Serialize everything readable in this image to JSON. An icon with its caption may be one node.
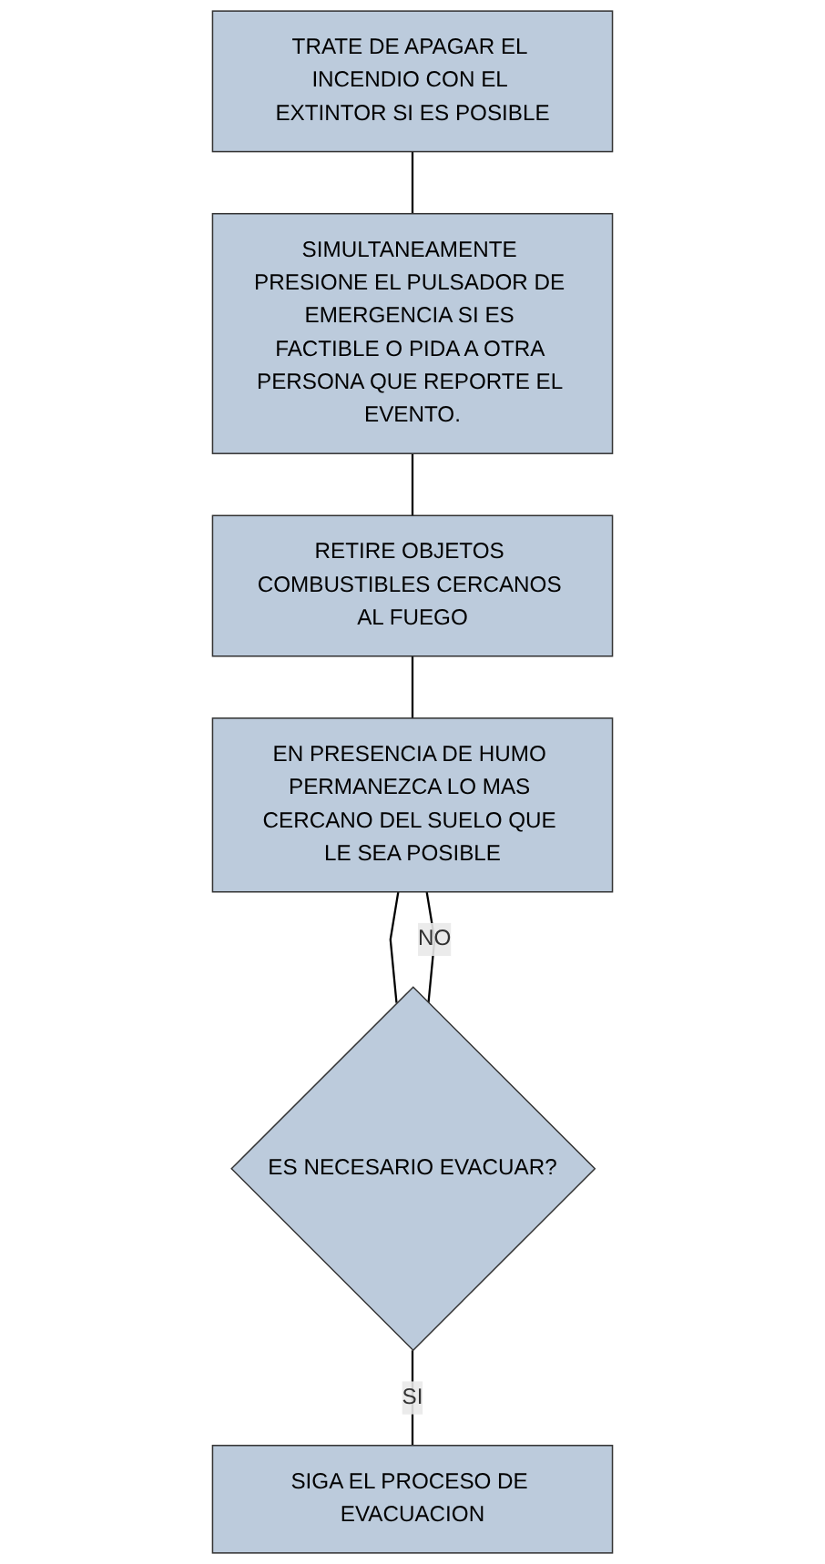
{
  "diagram": {
    "nodes": [
      {
        "text": [
          "TRATE DE APAGAR EL INCENDIO CON EL EXTINTOR SI ES POSIBLE"
        ]
      },
      {
        "text": [
          "SIMULTANEAMENTE PRESIONE EL PULSADOR DE EMERGENCIA SI ES FACTIBLE O PIDA A OTRA PERSONA QUE REPORTE EL EVENTO."
        ]
      },
      {
        "text": [
          "RETIRE OBJETOS COMBUSTIBLES CERCANOS AL FUEGO"
        ]
      },
      {
        "text": [
          "EN PRESENCIA DE HUMO PERMANEZCA LO MAS CERCANO DEL SUELO QUE LE SEA POSIBLE"
        ]
      },
      {
        "text": [
          "ES NECESARIO EVACUAR?"
        ]
      },
      {
        "text": [
          "SIGA EL PROCESO DE EVACUACION"
        ]
      }
    ],
    "edges": [
      {
        "from": 0,
        "to": 1,
        "arrow": "none"
      },
      {
        "from": 1,
        "to": 2,
        "arrow": "none"
      },
      {
        "from": 2,
        "to": 3,
        "arrow": "none"
      },
      {
        "from": 3,
        "to": 4,
        "arrow": "none"
      },
      {
        "from": 4,
        "to": 3,
        "arrow": "none",
        "label": "NO"
      },
      {
        "from": 4,
        "to": 5,
        "arrow": "none",
        "label": "SI"
      }
    ]
  }
}
